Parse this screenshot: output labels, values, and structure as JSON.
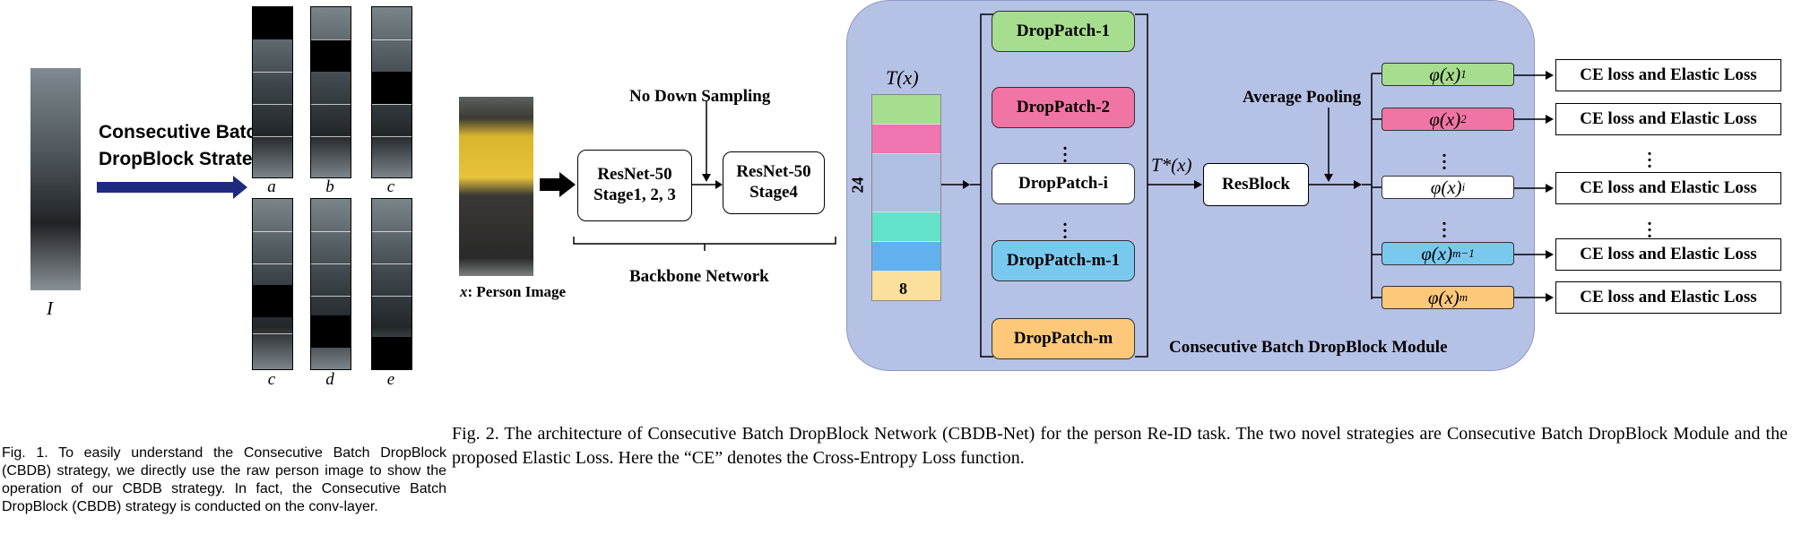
{
  "figure1": {
    "arrow_label_line1": "Consecutive Batch",
    "arrow_label_line2": "DropBlock  Strategy",
    "input_label": "I",
    "strip_labels_top": [
      "a",
      "b",
      "c"
    ],
    "strip_labels_bottom": [
      "c",
      "d",
      "e"
    ]
  },
  "figure2": {
    "person_label_var": "x",
    "person_label_text": ": Person  Image",
    "no_down_sampling": "No  Down Sampling",
    "resnet_a_line1": "ResNet-50",
    "resnet_a_line2": "Stage1, 2, 3",
    "resnet_b_line1": "ResNet-50",
    "resnet_b_line2": "Stage4",
    "backbone_label": "Backbone  Network",
    "feature_label": "T(x)",
    "feature_height": "24",
    "feature_width": "8",
    "feature_colors": [
      "#a6dd8e",
      "#f175b0",
      "#aebfe2",
      "#62e3c9",
      "#62b0ee",
      "#fbe09c"
    ],
    "dropped_feature_label": "T*(x)",
    "resblock_label": "ResBlock",
    "average_pooling_label": "Average Pooling",
    "module_label": "Consecutive Batch DropBlock  Module",
    "dropatches": [
      {
        "label": "DropPatch-1",
        "color": "#a6dd8e"
      },
      {
        "label": "DropPatch-2",
        "color": "#f175a4"
      },
      {
        "label": "DropPatch-i",
        "color": "#ffffff"
      },
      {
        "label": "DropPatch-m-1",
        "color": "#79c9ee"
      },
      {
        "label": "DropPatch-m",
        "color": "#fdc87a"
      }
    ],
    "phis": [
      {
        "label": "φ(x)",
        "sub": "1",
        "color": "#a6dd8e"
      },
      {
        "label": "φ(x)",
        "sub": "2",
        "color": "#f175a4"
      },
      {
        "label": "φ(x)",
        "sub": "i",
        "color": "#ffffff"
      },
      {
        "label": "φ(x)",
        "sub": "m−1",
        "color": "#79c9ee"
      },
      {
        "label": "φ(x)",
        "sub": "m",
        "color": "#fdc87a"
      }
    ],
    "loss_label": "CE loss  and  Elastic Loss"
  },
  "captions": {
    "fig1": "Fig. 1.  To easily understand the Consecutive Batch DropBlock (CBDB) strategy, we directly use the raw person image to show the operation of our CBDB strategy. In fact, the Consecutive Batch DropBlock (CBDB) strategy is conducted on the conv-layer.",
    "fig2": "Fig. 2.  The architecture of Consecutive Batch DropBlock Network (CBDB-Net) for the person Re-ID task. The two novel strategies are Consecutive Batch DropBlock Module and the proposed Elastic Loss. Here the “CE” denotes the Cross-Entropy Loss function."
  }
}
